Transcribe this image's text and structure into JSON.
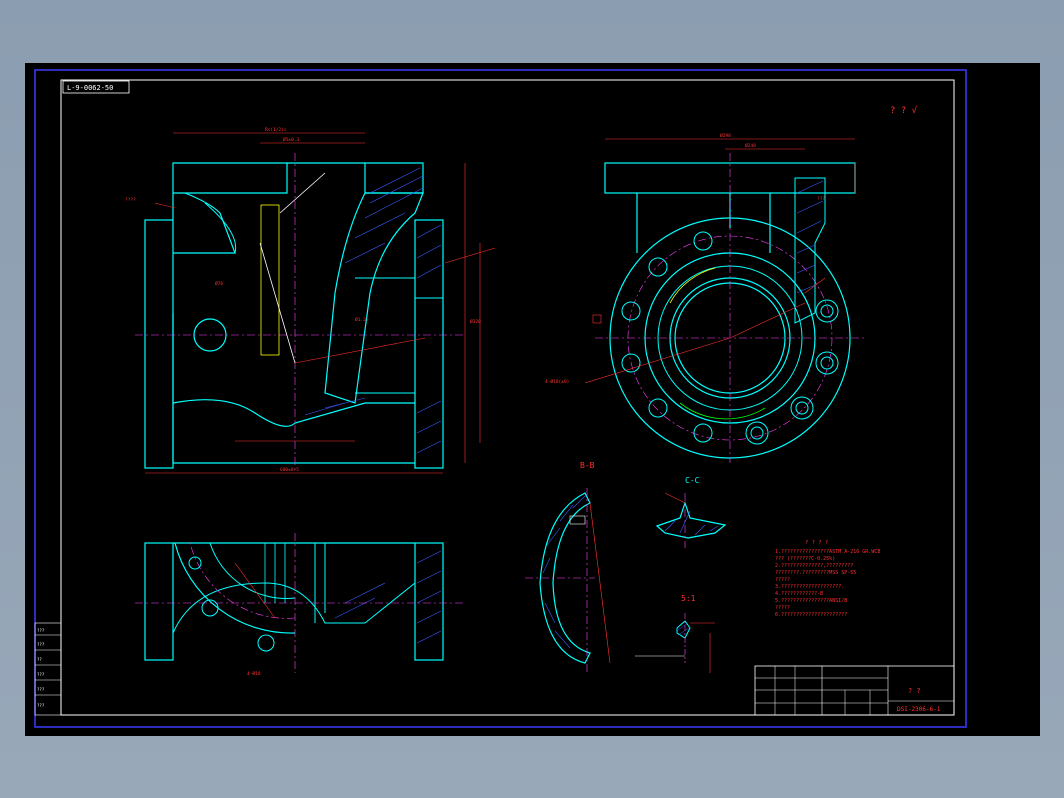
{
  "drawing_number_tag": "L-9-0062-50",
  "roughness_note": "? ? √",
  "title_block": {
    "title": "?  ?",
    "drawing_code": "DSI-2306-6-1"
  },
  "section_labels": {
    "b_section": "B-B",
    "c_section": "C-C",
    "scale_detail": "5:1"
  },
  "tech_requirements": {
    "heading": "? ? ? ?",
    "lines": [
      "1.????????????????ASTM A-216 GR.WCB",
      "  ??? (???????C-0.25%)",
      "2.??????????????,?????????",
      "  ????????.?????????MSS SP-55",
      "  ?????",
      "3.????????????????????.",
      "4.????????????-B",
      "5.????????????????ANSI/B",
      "  ?????",
      "6.??????????????????????"
    ]
  },
  "left_sidebar": {
    "rows": [
      "???",
      "???",
      "??",
      "???",
      "???",
      "???"
    ]
  }
}
